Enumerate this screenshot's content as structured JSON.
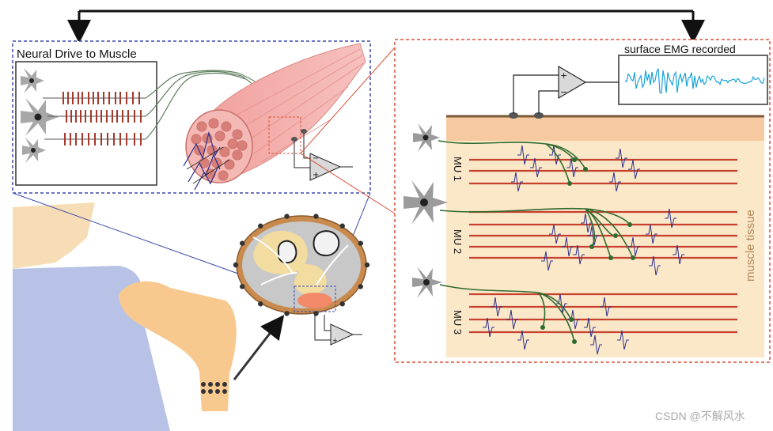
{
  "figure": {
    "neural_drive_title": "Neural Drive to Muscle",
    "emg_title": "surface EMG recorded",
    "mu_labels": [
      "MU 1",
      "MU 2",
      "MU 3"
    ],
    "tissue_label": "muscle tissue",
    "watermark": "CSDN @不解风水"
  },
  "colors": {
    "fiber": "#c8402e",
    "axon": "#2f6b2f",
    "mu_wave": "#2b2f8a",
    "emg_signal": "#1aa3d9",
    "skin": "#f6ddb6",
    "tissue_bg": "#fbe8c9",
    "arm": "#f7c98f",
    "torso": "#b8c2e6",
    "dashed_red": "#d9533a",
    "dashed_blue": "#3c4aa8"
  }
}
